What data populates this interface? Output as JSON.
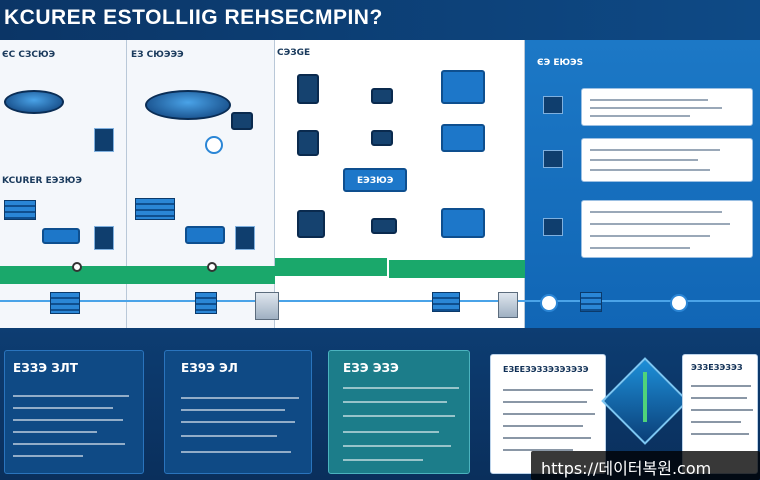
{
  "title": "KCURER ESTOLLIIG REHSECMPIN?",
  "panels": {
    "p1_label": "ЄС СЗСЮЭ",
    "p2_label": "ЕЗ СЮЭЭЭ",
    "p3_label": "CЭЗGE",
    "p4_label": "ЄЭ ЕЮЭS",
    "p1_mid": "KCURER ЕЭЗЮЭ",
    "p3_badge": "ЕЭЗЮЭ"
  },
  "bottom": {
    "b1_title": "ЕЗЗЭ ЗЛТ",
    "b2_title": "ЕЗ9Э ЭЛ",
    "b3_title": "ЕЗЭ ЭЗЭ",
    "b4_title": "ЕЗЕЕЗЭЗЗЭЗЭЗЭЗЭ",
    "b5_title": "ЭЗЗЕЗЭЗЭЗ"
  },
  "watermark": "https://데이터복원.com",
  "colors": {
    "accent": "#1d77c9",
    "green": "#1aa86b",
    "teal": "#1c7d8a",
    "navy": "#0d3a6b"
  }
}
